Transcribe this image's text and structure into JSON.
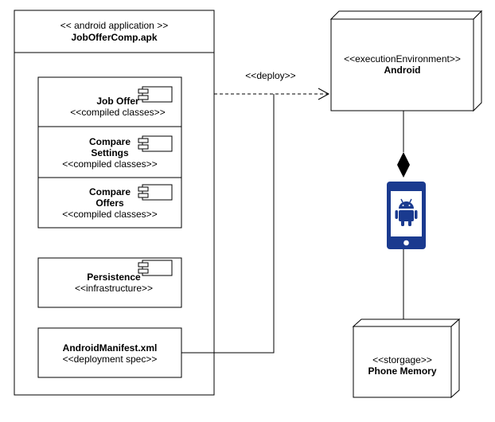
{
  "artifact": {
    "stereotype": "<< android application >>",
    "name": "JobOfferComp.apk"
  },
  "components": [
    {
      "name": "Job Offer",
      "stereotype": "<<compiled classes>>"
    },
    {
      "name_line1": "Compare",
      "name_line2": "Settings",
      "stereotype": "<<compiled classes>>"
    },
    {
      "name_line1": "Compare",
      "name_line2": "Offers",
      "stereotype": "<<compiled classes>>"
    },
    {
      "name": "Persistence",
      "stereotype": "<<infrastructure>>"
    }
  ],
  "manifest": {
    "name": "AndroidManifest.xml",
    "stereotype": "<<deployment spec>>"
  },
  "deploy_label": "<<deploy>>",
  "android_node": {
    "stereotype": "<<executionEnvironment>>",
    "name": "Android"
  },
  "storage_node": {
    "stereotype": "<<storgage>>",
    "name": "Phone Memory"
  },
  "phone_icon": "android-phone-icon",
  "colors": {
    "phone": "#1a3a8f",
    "line": "#000000"
  }
}
